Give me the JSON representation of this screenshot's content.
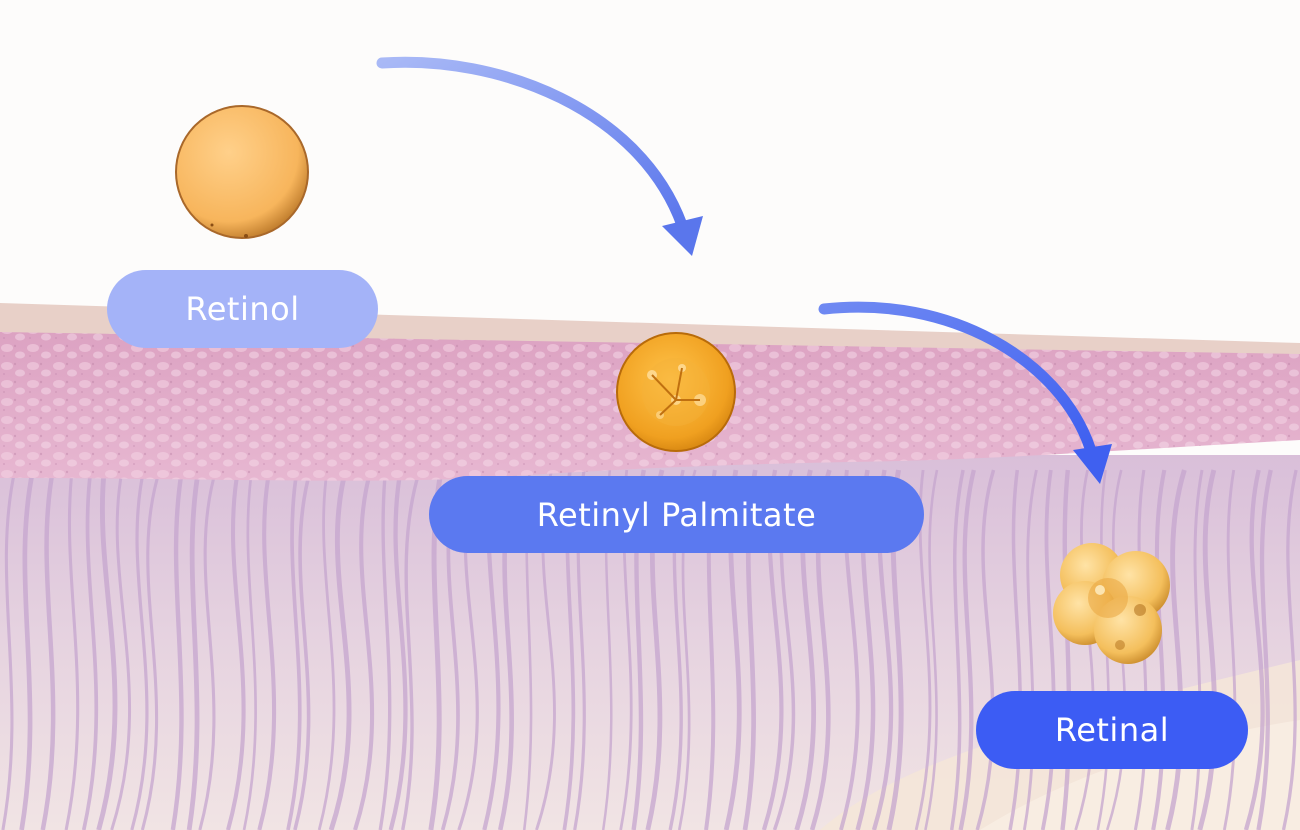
{
  "labels": {
    "retinol": "Retinol",
    "retinyl_palmitate": "Retinyl Palmitate",
    "retinal": "Retinal"
  },
  "colors": {
    "retinol_label": "#a4b3f8",
    "retinyl_palmitate_label": "#5b79f0",
    "retinal_label": "#3c5cf4",
    "arrow": "#5a78f0",
    "skin_layer": "#dba6c6",
    "skin_surface": "#e9cfc6",
    "dermis_fibers": "#c7a7cf",
    "droplet": "#f4ac4a"
  },
  "icons": [
    "retinol-droplet-icon",
    "retinyl-palmitate-droplet-icon",
    "retinal-cluster-icon",
    "curved-arrow-icon"
  ]
}
